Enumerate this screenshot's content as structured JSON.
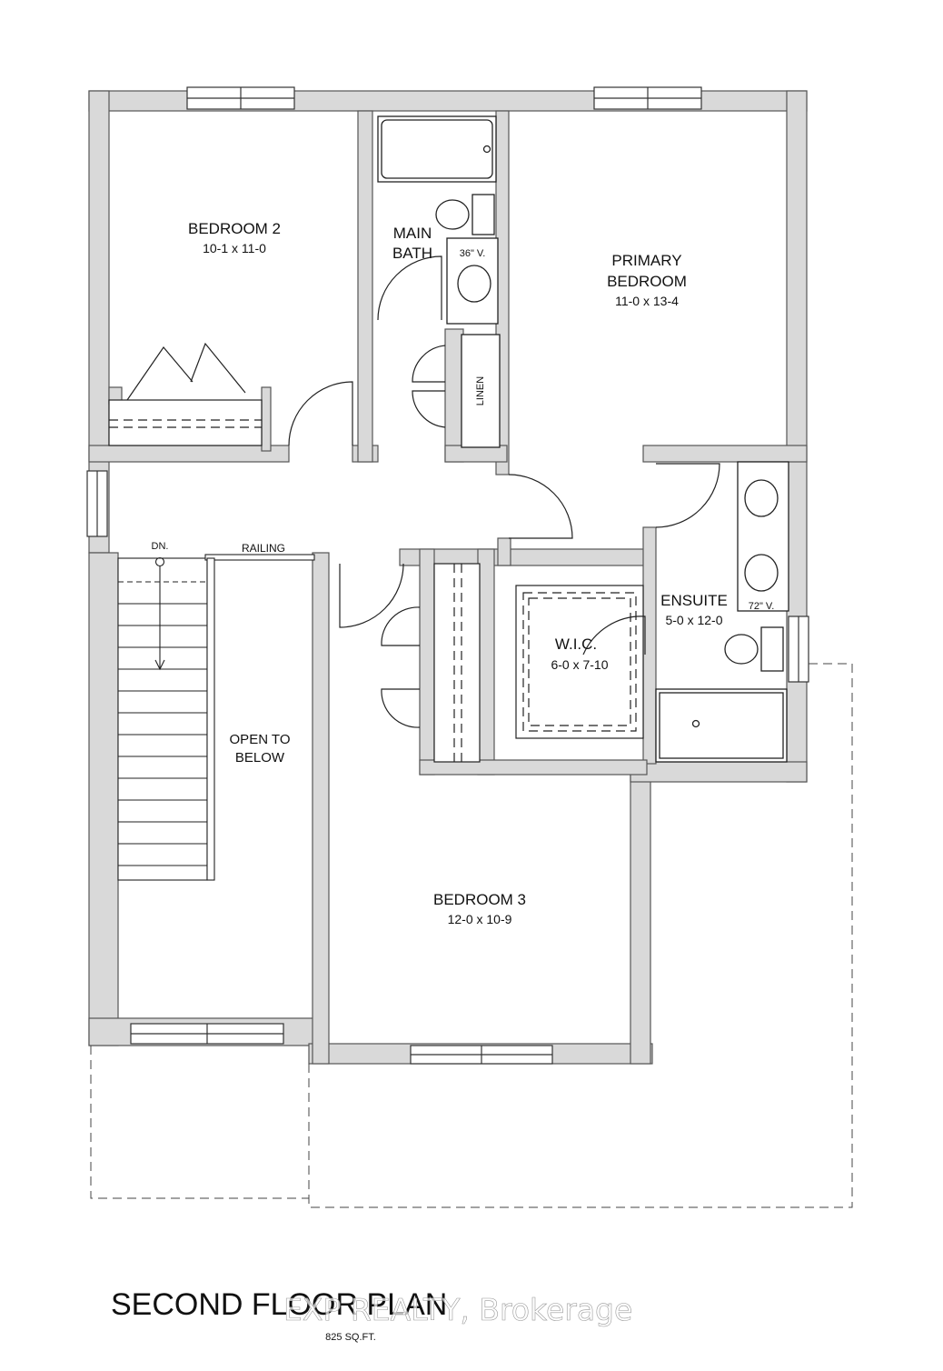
{
  "rooms": {
    "bedroom2": {
      "name": "BEDROOM 2",
      "size": "10-1 x 11-0"
    },
    "main_bath": {
      "line1": "MAIN",
      "line2": "BATH"
    },
    "primary": {
      "line1": "PRIMARY",
      "line2": "BEDROOM",
      "size": "11-0 x 13-4"
    },
    "linen": "LINEN",
    "vanity_main": "36\" V.",
    "vanity_ensuite": "72\" V.",
    "ensuite": {
      "name": "ENSUITE",
      "size": "5-0 x 12-0"
    },
    "wic": {
      "name": "W.I.C.",
      "size": "6-0 x 7-10"
    },
    "open": {
      "line1": "OPEN TO",
      "line2": "BELOW"
    },
    "bedroom3": {
      "name": "BEDROOM 3",
      "size": "12-0 x 10-9"
    }
  },
  "stairs": {
    "direction": "DN.",
    "railing": "RAILING"
  },
  "footer": {
    "title": "SECOND FLOOR PLAN",
    "area": "825 SQ.FT.",
    "watermark": "EXP REALTY, Brokerage"
  },
  "colors": {
    "wall": "#d9d9d9",
    "line": "#333333"
  }
}
